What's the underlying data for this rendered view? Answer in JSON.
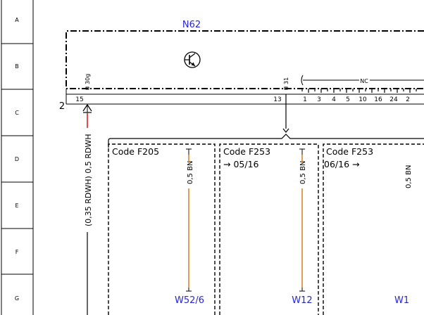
{
  "ruler": {
    "rows": [
      "A",
      "B",
      "C",
      "D",
      "E",
      "F",
      "G"
    ]
  },
  "module": {
    "name": "N62",
    "pin_main_label": "15",
    "pin_main_tag": "30g",
    "pin_ground_label": "13",
    "pin_ground_tag": "31",
    "connector_label": "NC",
    "connector_pins": [
      "1",
      "3",
      "4",
      "5",
      "10",
      "16",
      "24",
      "2"
    ]
  },
  "junction_label": "2",
  "main_wire_label": "(0,35 RDWH) 0,5 RDWH",
  "branches": [
    {
      "code": "Code F205",
      "range": "",
      "wire": "0,5 BN",
      "target": "W52/6"
    },
    {
      "code": "Code F253",
      "range": "→ 05/16",
      "wire": "0,5 BN",
      "target": "W12"
    },
    {
      "code": "Code F253",
      "range": "06/16 →",
      "wire": "0,5 BN",
      "target": "W1"
    }
  ],
  "colors": {
    "wire_red": "#e02020",
    "wire_brown": "#d4882f",
    "label_blue": "#2626d9"
  }
}
